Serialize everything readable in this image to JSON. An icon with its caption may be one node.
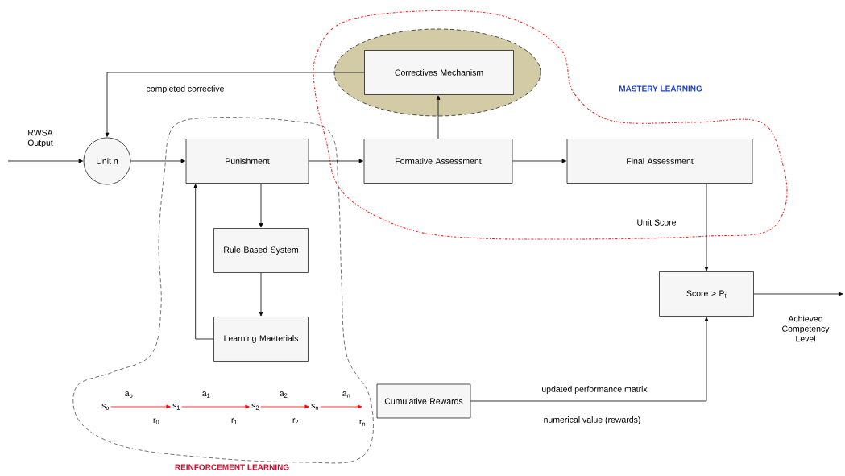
{
  "diagram": {
    "nodes": [
      {
        "text": [
          "MASTERY LEARNING"
        ]
      },
      {
        "text": [],
        "shape": "ellipse",
        "in": 0
      },
      {
        "text": [
          "Correctives Mechanism"
        ],
        "in": 1
      },
      {
        "text": [
          "Formative Assessment"
        ],
        "in": 0
      },
      {
        "text": [
          "Final Assessment"
        ],
        "in": 0
      },
      {
        "text": [
          "Unit n"
        ]
      },
      {
        "text": [
          "REINFORCEMENT LEARNING"
        ]
      },
      {
        "text": [
          "Punishment"
        ],
        "in": 6
      },
      {
        "text": [
          "Rule Based System"
        ],
        "in": 6
      },
      {
        "text": [
          "Learning Maeterials"
        ],
        "in": 6
      },
      {
        "text": [
          "s$_{o}$"
        ],
        "in": 6
      },
      {
        "text": [
          "s$_{1}$"
        ],
        "in": 6
      },
      {
        "text": [
          "s$_{2}$"
        ],
        "in": 6
      },
      {
        "text": [
          "s$_{n}$"
        ],
        "in": 6
      },
      {
        "text": [
          "Cumulative Rewards"
        ]
      },
      {
        "text": [
          "Score > P$_{t}$"
        ]
      },
      {
        "text": [
          "r$_{n}$"
        ],
        "in": 6
      }
    ],
    "edges": [
      {
        "from": null,
        "to": 5,
        "arrow": "to",
        "label": "RWSA Output"
      },
      {
        "from": 5,
        "to": 7,
        "arrow": "to"
      },
      {
        "from": 7,
        "to": 3,
        "arrow": "to"
      },
      {
        "from": 3,
        "to": 2,
        "arrow": "to"
      },
      {
        "from": 2,
        "to": 5,
        "arrow": "to",
        "label": "completed corrective"
      },
      {
        "from": 3,
        "to": 4,
        "arrow": "to"
      },
      {
        "from": 4,
        "to": 15,
        "arrow": "to",
        "label": "Unit Score"
      },
      {
        "from": 7,
        "to": 8,
        "arrow": "to"
      },
      {
        "from": 8,
        "to": 9,
        "arrow": "to"
      },
      {
        "from": 9,
        "to": 7,
        "arrow": "to"
      },
      {
        "from": 10,
        "to": 11,
        "arrow": "to",
        "label": "a$_{o}$",
        "color": "#ff0000"
      },
      {
        "from": 11,
        "to": 12,
        "arrow": "to",
        "label": "a$_{1}$",
        "color": "#ff0000"
      },
      {
        "from": 12,
        "to": 13,
        "arrow": "to",
        "label": "a$_{2}$",
        "color": "#ff0000"
      },
      {
        "from": 13,
        "to": 16,
        "arrow": "to",
        "label": "a$_{n}$",
        "color": "#ff0000"
      },
      {
        "from": 14,
        "to": 15,
        "arrow": "to",
        "label": "updated performance matrix"
      },
      {
        "from": 15,
        "to": null,
        "arrow": "to",
        "label": "Achieved Competency Level"
      }
    ],
    "labels": [
      "r$_{0}$",
      "r$_{1}$",
      "r$_{2}$",
      "numerical value (rewards)"
    ]
  }
}
